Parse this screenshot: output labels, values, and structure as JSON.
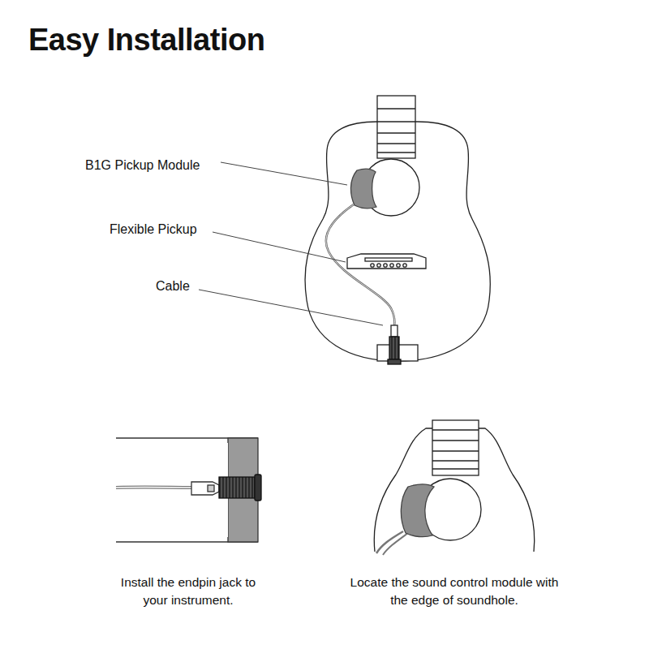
{
  "diagram": {
    "title": "Easy Installation",
    "labels": [
      "B1G Pickup Module",
      "Flexible Pickup",
      "Cable",
      "Install the endpin jack to your instrument.",
      "Locate the sound control module with the edge of soundhole."
    ]
  }
}
